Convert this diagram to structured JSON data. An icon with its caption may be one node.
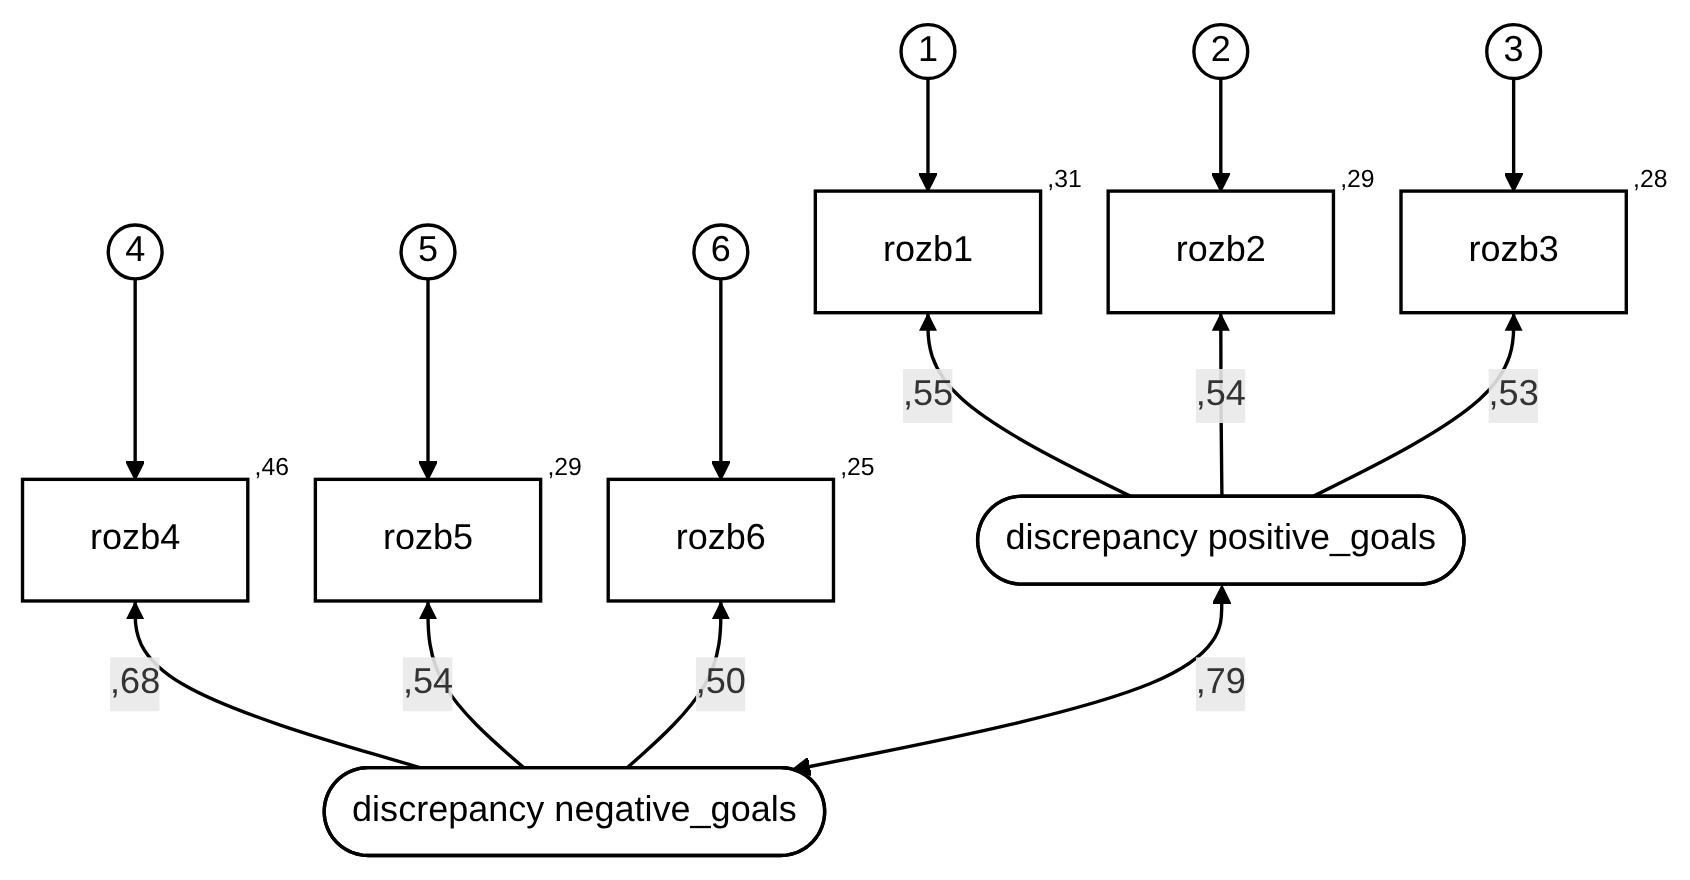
{
  "diagram": {
    "nodes": [
      {
        "text": [
          "1"
        ]
      },
      {
        "text": [
          "2"
        ]
      },
      {
        "text": [
          "3"
        ]
      },
      {
        "text": [
          "4"
        ]
      },
      {
        "text": [
          "5"
        ]
      },
      {
        "text": [
          "6"
        ]
      },
      {
        "text": [
          "rozb1"
        ],
        "beside": [
          ",31"
        ]
      },
      {
        "text": [
          "rozb2"
        ],
        "beside": [
          ",29"
        ]
      },
      {
        "text": [
          "rozb3"
        ],
        "beside": [
          ",28"
        ]
      },
      {
        "text": [
          "rozb4"
        ],
        "beside": [
          ",46"
        ]
      },
      {
        "text": [
          "rozb5"
        ],
        "beside": [
          ",29"
        ]
      },
      {
        "text": [
          "rozb6"
        ],
        "beside": [
          ",25"
        ]
      },
      {
        "text": [
          "discrepancy positive_goals"
        ]
      },
      {
        "text": [
          "discrepancy negative_goals"
        ]
      }
    ],
    "edges": [
      {
        "from": 0,
        "to": 6,
        "arrow": "to"
      },
      {
        "from": 1,
        "to": 7,
        "arrow": "to"
      },
      {
        "from": 2,
        "to": 8,
        "arrow": "to"
      },
      {
        "from": 3,
        "to": 9,
        "arrow": "to"
      },
      {
        "from": 4,
        "to": 10,
        "arrow": "to"
      },
      {
        "from": 5,
        "to": 11,
        "arrow": "to"
      },
      {
        "from": 12,
        "to": 6,
        "arrow": "to",
        "label": ",55"
      },
      {
        "from": 12,
        "to": 7,
        "arrow": "to",
        "label": ",54"
      },
      {
        "from": 12,
        "to": 8,
        "arrow": "to",
        "label": ",53"
      },
      {
        "from": 13,
        "to": 9,
        "arrow": "to",
        "label": ",68"
      },
      {
        "from": 13,
        "to": 10,
        "arrow": "to",
        "label": ",54"
      },
      {
        "from": 13,
        "to": 11,
        "arrow": "to",
        "label": ",50"
      },
      {
        "from": 12,
        "to": 13,
        "arrow": "both",
        "label": ",79"
      }
    ]
  }
}
